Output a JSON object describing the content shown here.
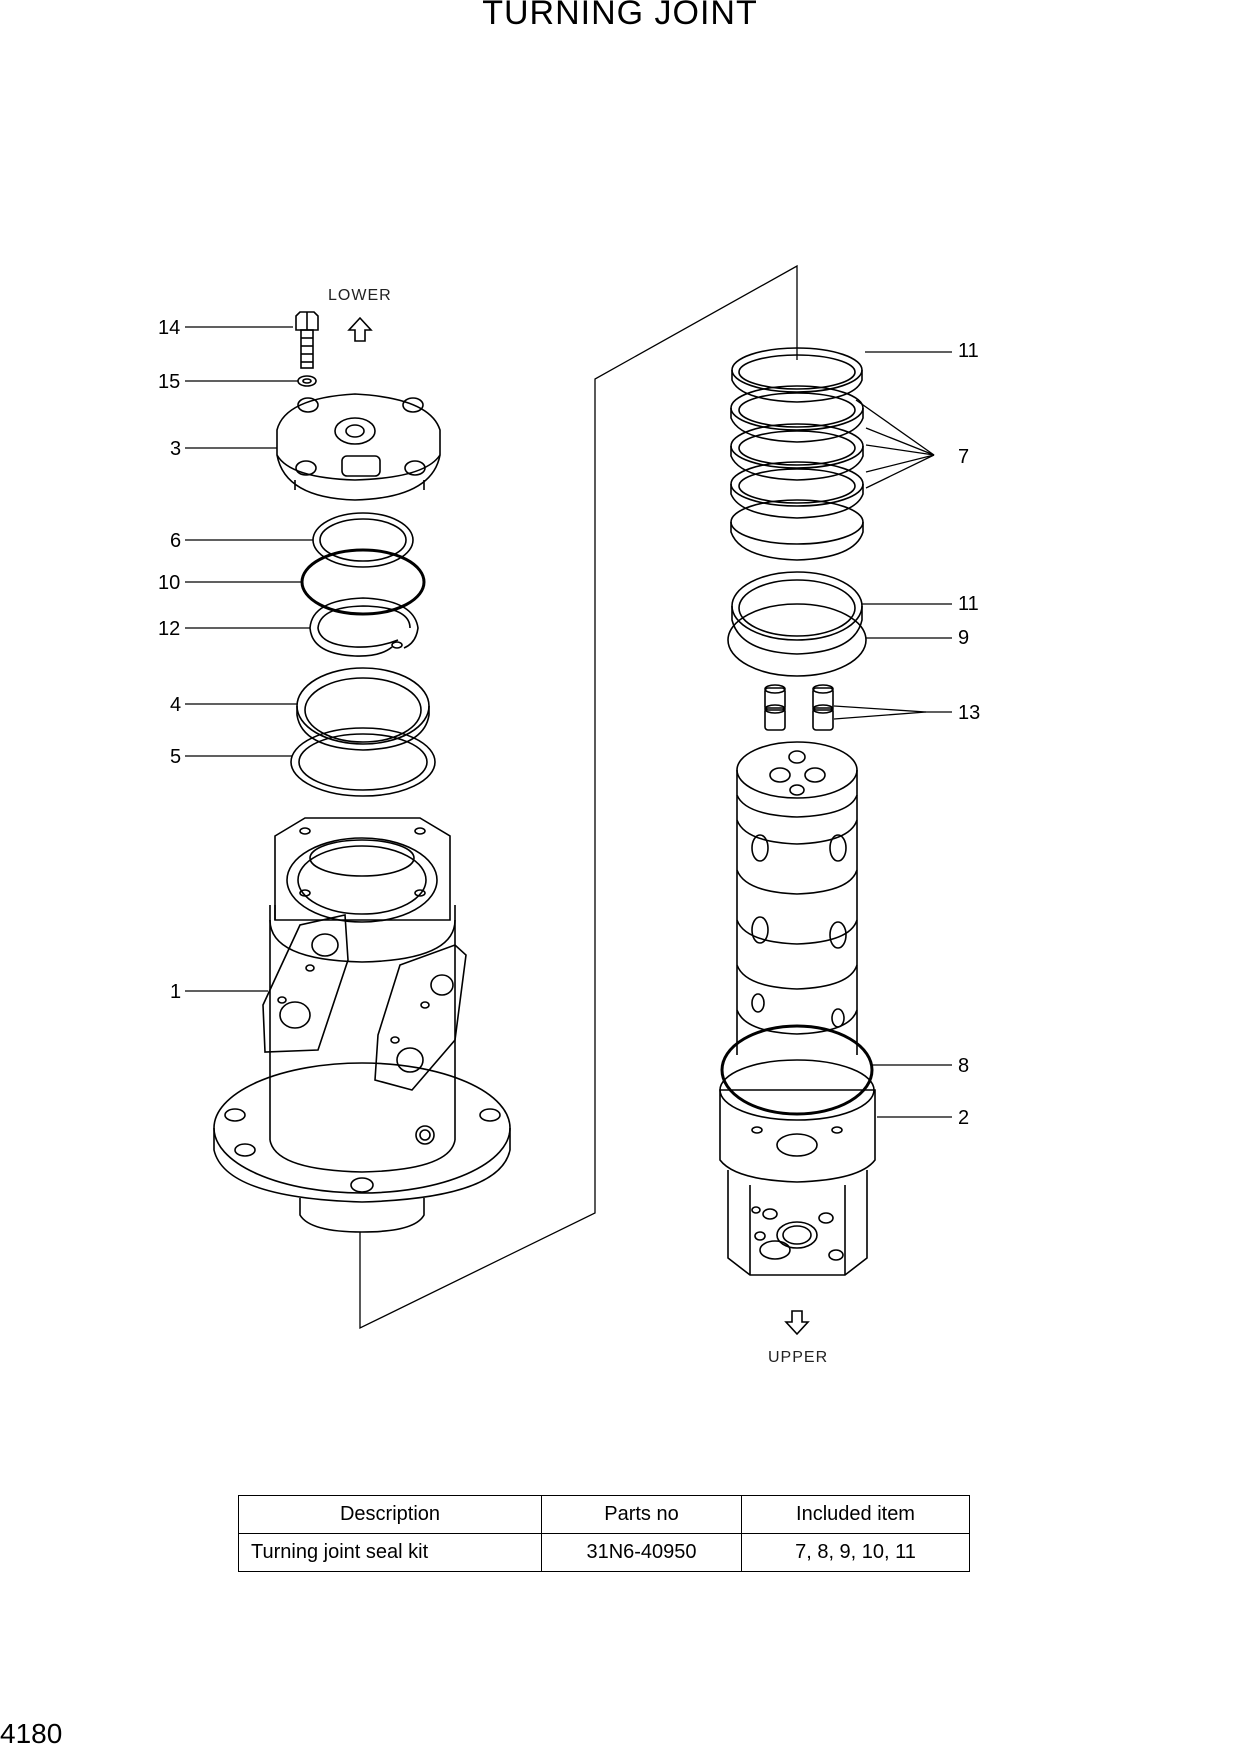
{
  "title": "TURNING JOINT",
  "direction_labels": {
    "lower": "LOWER",
    "upper": "UPPER"
  },
  "callouts": {
    "c14": "14",
    "c15": "15",
    "c3": "3",
    "c6": "6",
    "c10": "10",
    "c12": "12",
    "c4": "4",
    "c5": "5",
    "c1": "1",
    "c11a": "11",
    "c7": "7",
    "c11b": "11",
    "c9": "9",
    "c13": "13",
    "c8": "8",
    "c2": "2"
  },
  "table": {
    "headers": {
      "description": "Description",
      "parts_no": "Parts no",
      "included": "Included item"
    },
    "rows": [
      {
        "description": "Turning joint seal kit",
        "parts_no": "31N6-40950",
        "included": "7, 8, 9, 10, 11"
      }
    ]
  },
  "page_number": "4180"
}
